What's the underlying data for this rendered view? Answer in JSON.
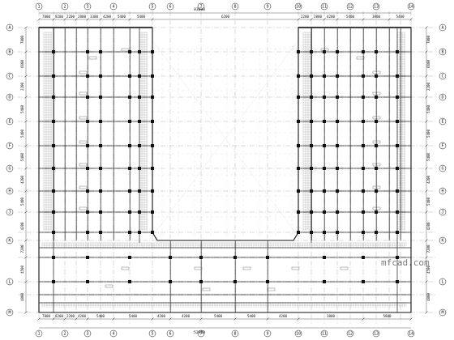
{
  "drawing": {
    "overall_top_dimension": "83000",
    "overall_bottom_dimension": "52900"
  },
  "top_dimensions": [
    "7800",
    "8200",
    "2200",
    "2800",
    "3300",
    "4200",
    "5400",
    "5400",
    "6200",
    "2200",
    "2800",
    "4200",
    "5400",
    "3800",
    "5400"
  ],
  "bottom_dimensions": [
    "7800",
    "8200",
    "2200",
    "4200",
    "5400",
    "5400",
    "4200",
    "4200",
    "5400",
    "5400",
    "4200",
    "3800",
    "5800"
  ],
  "left_dimensions": [
    "7800",
    "6600",
    "2200",
    "5400",
    "5400",
    "5400",
    "4200",
    "5400",
    "4200",
    "7200",
    "4500",
    "4800"
  ],
  "top_axis_labels": [
    "1",
    "2",
    "3",
    "4",
    "5",
    "6",
    "7",
    "8",
    "9",
    "10",
    "11",
    "12",
    "13",
    "14"
  ],
  "left_axis_labels": [
    "A",
    "B",
    "C",
    "D",
    "E",
    "F",
    "G",
    "H",
    "J",
    "K",
    "L",
    "M"
  ],
  "watermark": "mfcad.com"
}
